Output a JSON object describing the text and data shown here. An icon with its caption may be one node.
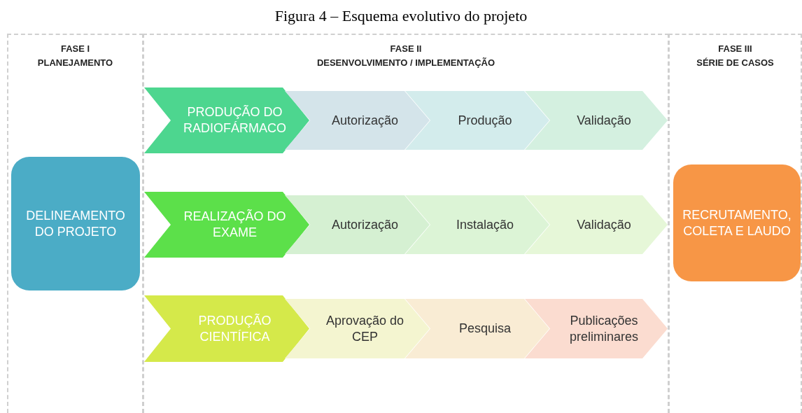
{
  "diagram": {
    "title": "Figura 4 – Esquema evolutivo do projeto",
    "nodes": [
      {
        "text": [
          "FASE I",
          "PLANEJAMENTO"
        ]
      },
      {
        "text": [
          "DELINEAMENTO DO PROJETO"
        ],
        "in": 0
      },
      {
        "text": [
          "FASE II",
          "DESENVOLVIMENTO / IMPLEMENTAÇÃO"
        ]
      },
      {
        "text": [
          "PRODUÇÃO DO RADIOFÁRMACO"
        ],
        "in": 2
      },
      {
        "text": [
          "Autorização"
        ],
        "in": 2
      },
      {
        "text": [
          "Produção"
        ],
        "in": 2
      },
      {
        "text": [
          "Validação"
        ],
        "in": 2
      },
      {
        "text": [
          "REALIZAÇÃO DO EXAME"
        ],
        "in": 2
      },
      {
        "text": [
          "Autorização"
        ],
        "in": 2
      },
      {
        "text": [
          "Instalação"
        ],
        "in": 2
      },
      {
        "text": [
          "Validação"
        ],
        "in": 2
      },
      {
        "text": [
          "PRODUÇÃO CIENTÍFICA"
        ],
        "in": 2
      },
      {
        "text": [
          "Aprovação do CEP"
        ],
        "in": 2
      },
      {
        "text": [
          "Pesquisa"
        ],
        "in": 2
      },
      {
        "text": [
          "Publicações preliminares"
        ],
        "in": 2
      },
      {
        "text": [
          "FASE III",
          "SÉRIE DE CASOS"
        ]
      },
      {
        "text": [
          "RECRUTAMENTO, COLETA E LAUDO"
        ],
        "in": 15
      }
    ]
  }
}
